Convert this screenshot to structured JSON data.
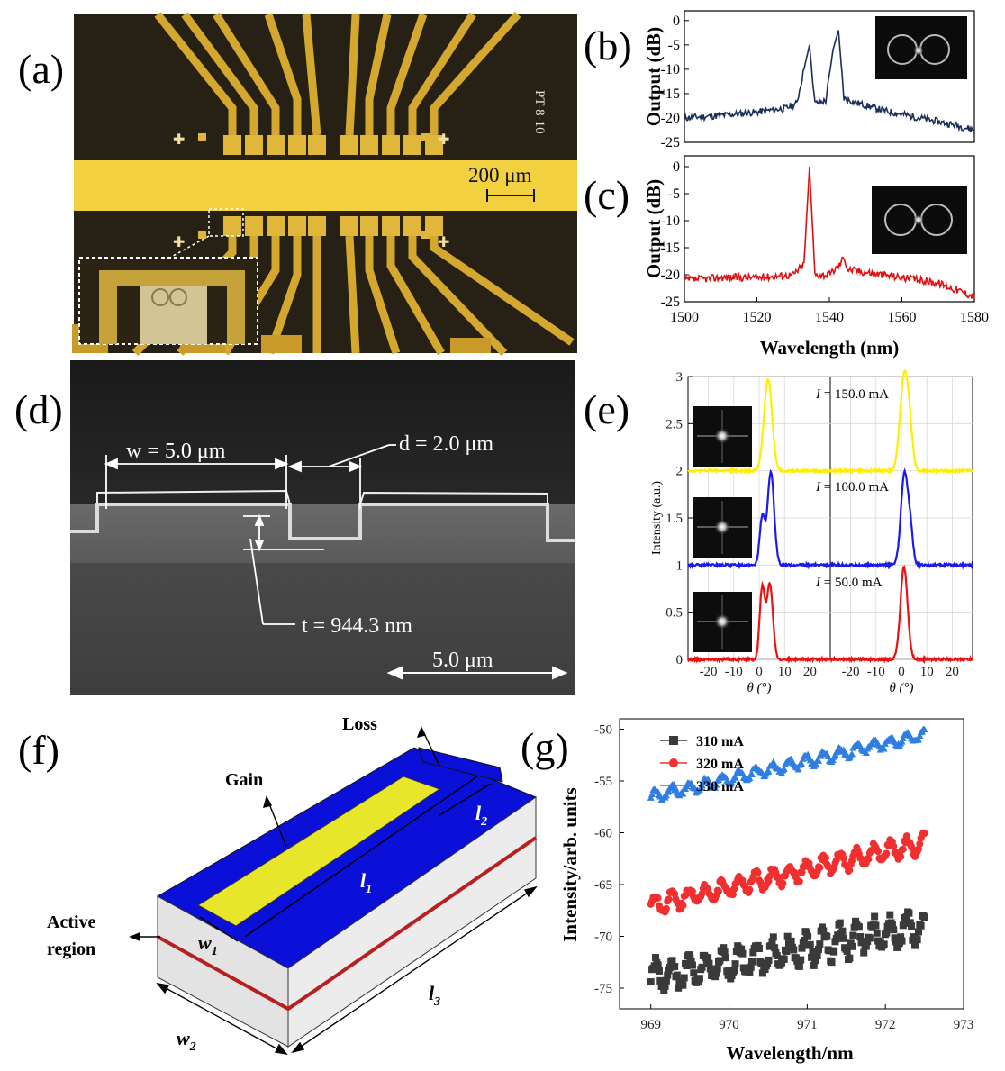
{
  "panel_labels": [
    "(a)",
    "(b)",
    "(c)",
    "(d)",
    "(e)",
    "(f)",
    "(g)"
  ],
  "panel_a": {
    "chip_text": "PT-8-10",
    "scalebar": "200 μm"
  },
  "panel_d": {
    "w_label": "w = 5.0 μm",
    "d_label": "d = 2.0 μm",
    "t_label": "t = 944.3 nm",
    "scalebar": "5.0 μm"
  },
  "panel_f": {
    "loss": "Loss",
    "gain": "Gain",
    "active": "Active",
    "region": "region",
    "l1": "l",
    "l1_sub": "1",
    "l2": "l",
    "l2_sub": "2",
    "l3": "l",
    "l3_sub": "3",
    "w1": "w",
    "w1_sub": "1",
    "w2": "w",
    "w2_sub": "2"
  },
  "chart_data": [
    {
      "panel": "b",
      "type": "line",
      "ylabel": "Output (dB)",
      "yticks": [
        "0",
        "-5",
        "-10",
        "-15",
        "-20",
        "-25"
      ],
      "ylim": [
        -25,
        2
      ],
      "xlim": [
        1500,
        1580
      ],
      "series": [
        {
          "color": "#1a2f5a",
          "x": [
            1500,
            1510,
            1520,
            1528,
            1531,
            1533,
            1534.5,
            1536,
            1539,
            1541,
            1542.5,
            1544,
            1548,
            1555,
            1565,
            1575,
            1580
          ],
          "y": [
            -20,
            -19.5,
            -18.8,
            -18,
            -17,
            -10,
            -5,
            -17,
            -16.5,
            -6,
            -2,
            -16,
            -17,
            -18.5,
            -20,
            -21.5,
            -22.5
          ]
        }
      ]
    },
    {
      "panel": "c",
      "type": "line",
      "ylabel": "Output (dB)",
      "yticks": [
        "0",
        "-5",
        "-10",
        "-15",
        "-20",
        "-25"
      ],
      "ylim": [
        -25,
        2
      ],
      "xlabel": "Wavelength (nm)",
      "xticks": [
        "1500",
        "1520",
        "1540",
        "1560",
        "1580"
      ],
      "xlim": [
        1500,
        1580
      ],
      "series": [
        {
          "color": "#e01010",
          "x": [
            1500,
            1510,
            1520,
            1530,
            1533,
            1534.5,
            1536,
            1540,
            1543,
            1544,
            1545,
            1550,
            1560,
            1570,
            1580
          ],
          "y": [
            -21,
            -20.5,
            -20.5,
            -20,
            -18,
            0,
            -20,
            -20,
            -18,
            -16.5,
            -19,
            -19.5,
            -20.5,
            -21.5,
            -24
          ]
        }
      ]
    },
    {
      "panel": "e",
      "type": "line",
      "ylabel": "Intensity (a.u.)",
      "yticks": [
        "0",
        "0.5",
        "1",
        "1.5",
        "2",
        "2.5",
        "3"
      ],
      "ylim": [
        0,
        3
      ],
      "xlabel": "θ (°)",
      "xticks": [
        "-20",
        "-10",
        "0",
        "10",
        "20"
      ],
      "xlim": [
        -28,
        28
      ],
      "annotations": [
        {
          "pre": "I",
          "text": " = 150.0 mA"
        },
        {
          "pre": "I",
          "text": " = 100.0 mA"
        },
        {
          "pre": "I",
          "text": " = 50.0 mA"
        }
      ],
      "series": [
        {
          "color": "#ffee00",
          "offset": 2,
          "left": [
            {
              "c": 3.5,
              "h": 0.97,
              "w": 1.6
            }
          ],
          "right": [
            {
              "c": 1.0,
              "h": 0.97,
              "w": 1.6
            },
            {
              "c": 3.2,
              "h": 0.35,
              "w": 1.2
            }
          ]
        },
        {
          "color": "#1a1aee",
          "offset": 1,
          "left": [
            {
              "c": 1.2,
              "h": 0.5,
              "w": 1.0
            },
            {
              "c": 4.6,
              "h": 0.98,
              "w": 1.3
            }
          ],
          "right": [
            {
              "c": 1.2,
              "h": 0.97,
              "w": 1.4
            },
            {
              "c": 3.6,
              "h": 0.3,
              "w": 1.0
            }
          ]
        },
        {
          "color": "#ee1010",
          "offset": 0,
          "left": [
            {
              "c": 1.2,
              "h": 0.75,
              "w": 1.0
            },
            {
              "c": 4.2,
              "h": 0.8,
              "w": 1.2
            }
          ],
          "right": [
            {
              "c": 1.0,
              "h": 0.98,
              "w": 1.4
            }
          ]
        }
      ]
    },
    {
      "panel": "g",
      "type": "scatter",
      "ylabel": "Intensity/arb. units",
      "yticks": [
        "-50",
        "-55",
        "-60",
        "-65",
        "-70",
        "-75"
      ],
      "ylim": [
        -77,
        -49
      ],
      "xlabel": "Wavelength/nm",
      "xticks": [
        "969",
        "970",
        "971",
        "972",
        "973"
      ],
      "xlim": [
        968.6,
        973
      ],
      "series": [
        {
          "name": "310 mA",
          "color": "#3a3a3a",
          "marker": "square",
          "y_start": -74,
          "y_end": -69,
          "amp": 1.4
        },
        {
          "name": "320 mA",
          "color": "#f03030",
          "marker": "circle",
          "y_start": -67,
          "y_end": -61,
          "amp": 0.8
        },
        {
          "name": "330 mA",
          "color": "#2f7ee0",
          "marker": "triangle",
          "y_start": -56.5,
          "y_end": -50.5,
          "amp": 0.5
        }
      ]
    }
  ]
}
